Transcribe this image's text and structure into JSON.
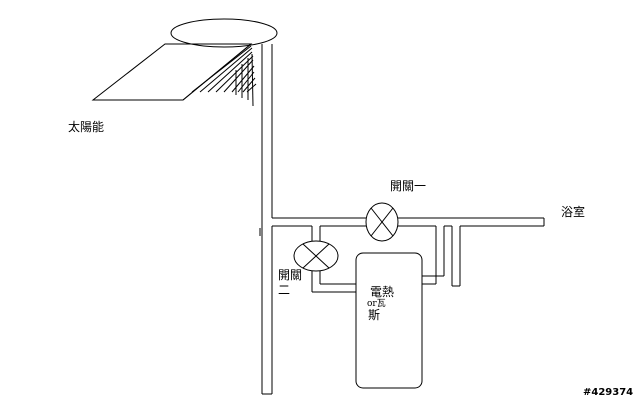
{
  "labels": {
    "solar": "太陽能",
    "switch_one": "開關一",
    "bathroom": "浴室",
    "switch_two_line1": "開關",
    "switch_two_line2": "二",
    "heater_line1": "電熱",
    "heater_line2": "or瓦",
    "heater_line3": "斯"
  },
  "watermark": "#429374"
}
